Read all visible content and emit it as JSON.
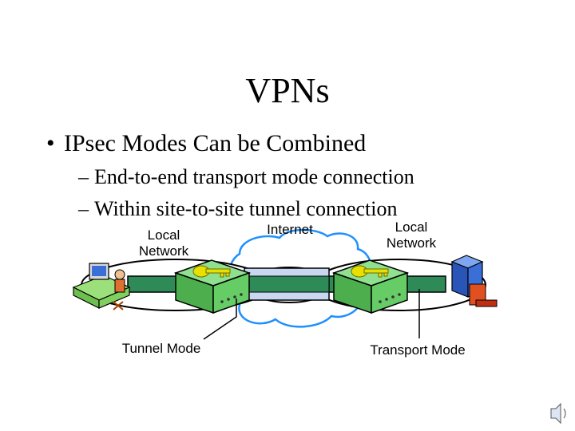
{
  "slide": {
    "title": "VPNs",
    "bullet": "IPsec Modes Can be Combined",
    "subbullets": [
      "End-to-end transport mode connection",
      "Within site-to-site tunnel connection"
    ]
  },
  "diagram": {
    "labels": {
      "local_network_left_line1": "Local",
      "local_network_left_line2": "Network",
      "internet": "Internet",
      "local_network_right_line1": "Local",
      "local_network_right_line2": "Network",
      "tunnel_mode": "Tunnel Mode",
      "transport_mode": "Transport Mode"
    },
    "colors": {
      "pipe": "#2e8b57",
      "tunnel": "#c8d8f0",
      "gateway": "#66cc66",
      "key": "#e8e000",
      "cloud": "#1e90ff",
      "server": "#3a6fd8"
    },
    "icons": [
      "user-workstation-icon",
      "vpn-gateway-icon",
      "key-icon",
      "server-icon",
      "speaker-icon"
    ]
  }
}
